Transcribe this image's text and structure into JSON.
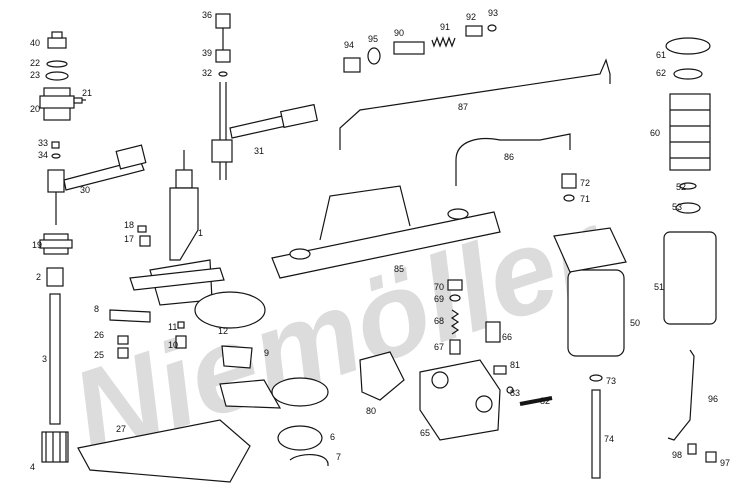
{
  "watermark": {
    "text": "Niemöller",
    "color": "#dcdcdc"
  },
  "colors": {
    "ink": "#151515",
    "paper": "#ffffff"
  },
  "part_labels": [
    "1",
    "2",
    "3",
    "4",
    "6",
    "7",
    "8",
    "9",
    "10",
    "11",
    "12",
    "17",
    "18",
    "19",
    "20",
    "21",
    "22",
    "23",
    "25",
    "26",
    "27",
    "30",
    "31",
    "32",
    "33",
    "34",
    "36",
    "39",
    "40",
    "50",
    "51",
    "52",
    "53",
    "60",
    "61",
    "62",
    "65",
    "66",
    "67",
    "68",
    "69",
    "70",
    "71",
    "72",
    "73",
    "74",
    "80",
    "81",
    "82",
    "83",
    "85",
    "86",
    "87",
    "90",
    "91",
    "92",
    "93",
    "94",
    "95",
    "96",
    "97",
    "98"
  ]
}
